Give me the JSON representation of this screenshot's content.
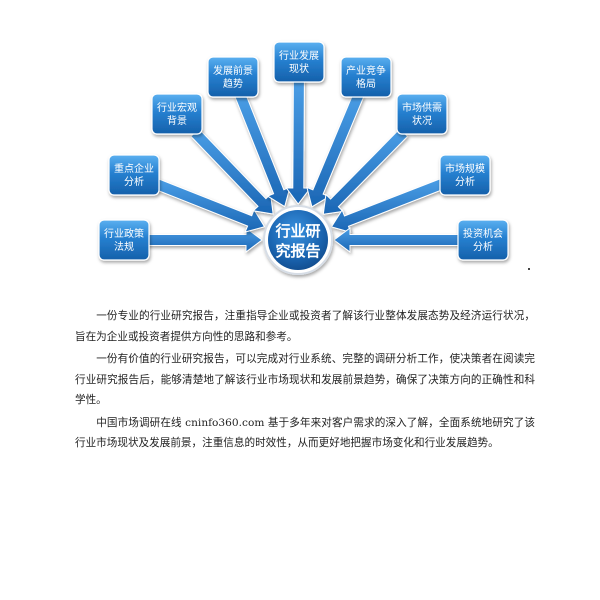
{
  "diagram": {
    "center": "行业研究报告",
    "center_lines": [
      "行业研",
      "究报告"
    ],
    "nodes": [
      {
        "id": "policy",
        "lines": [
          "行业政策",
          "法规"
        ]
      },
      {
        "id": "key",
        "lines": [
          "重点企业",
          "分析"
        ]
      },
      {
        "id": "macro",
        "lines": [
          "行业宏观",
          "背景"
        ]
      },
      {
        "id": "prospect",
        "lines": [
          "发展前景",
          "趋势"
        ]
      },
      {
        "id": "status",
        "lines": [
          "行业发展",
          "现状"
        ]
      },
      {
        "id": "competition",
        "lines": [
          "产业竞争",
          "格局"
        ]
      },
      {
        "id": "supply",
        "lines": [
          "市场供需",
          "状况"
        ]
      },
      {
        "id": "scale",
        "lines": [
          "市场规模",
          "分析"
        ]
      },
      {
        "id": "invest",
        "lines": [
          "投资机会",
          "分析"
        ]
      }
    ],
    "colors": {
      "box": "#1e6fba",
      "box_light": "#4aa0e8",
      "arrow": "#2b7cc6",
      "center": "#1a64b0"
    }
  },
  "article": {
    "paragraphs": [
      "一份专业的行业研究报告，注重指导企业或投资者了解该行业整体发展态势及经济运行状况，旨在为企业或投资者提供方向性的思路和参考。",
      "一份有价值的行业研究报告，可以完成对行业系统、完整的调研分析工作，使决策者在阅读完行业研究报告后，能够清楚地了解该行业市场现状和发展前景趋势，确保了决策方向的正确性和科学性。",
      "中国市场调研在线 cninfo360.com 基于多年来对客户需求的深入了解，全面系统地研究了该行业市场现状及发展前景，注重信息的时效性，从而更好地把握市场变化和行业发展趋势。"
    ]
  }
}
